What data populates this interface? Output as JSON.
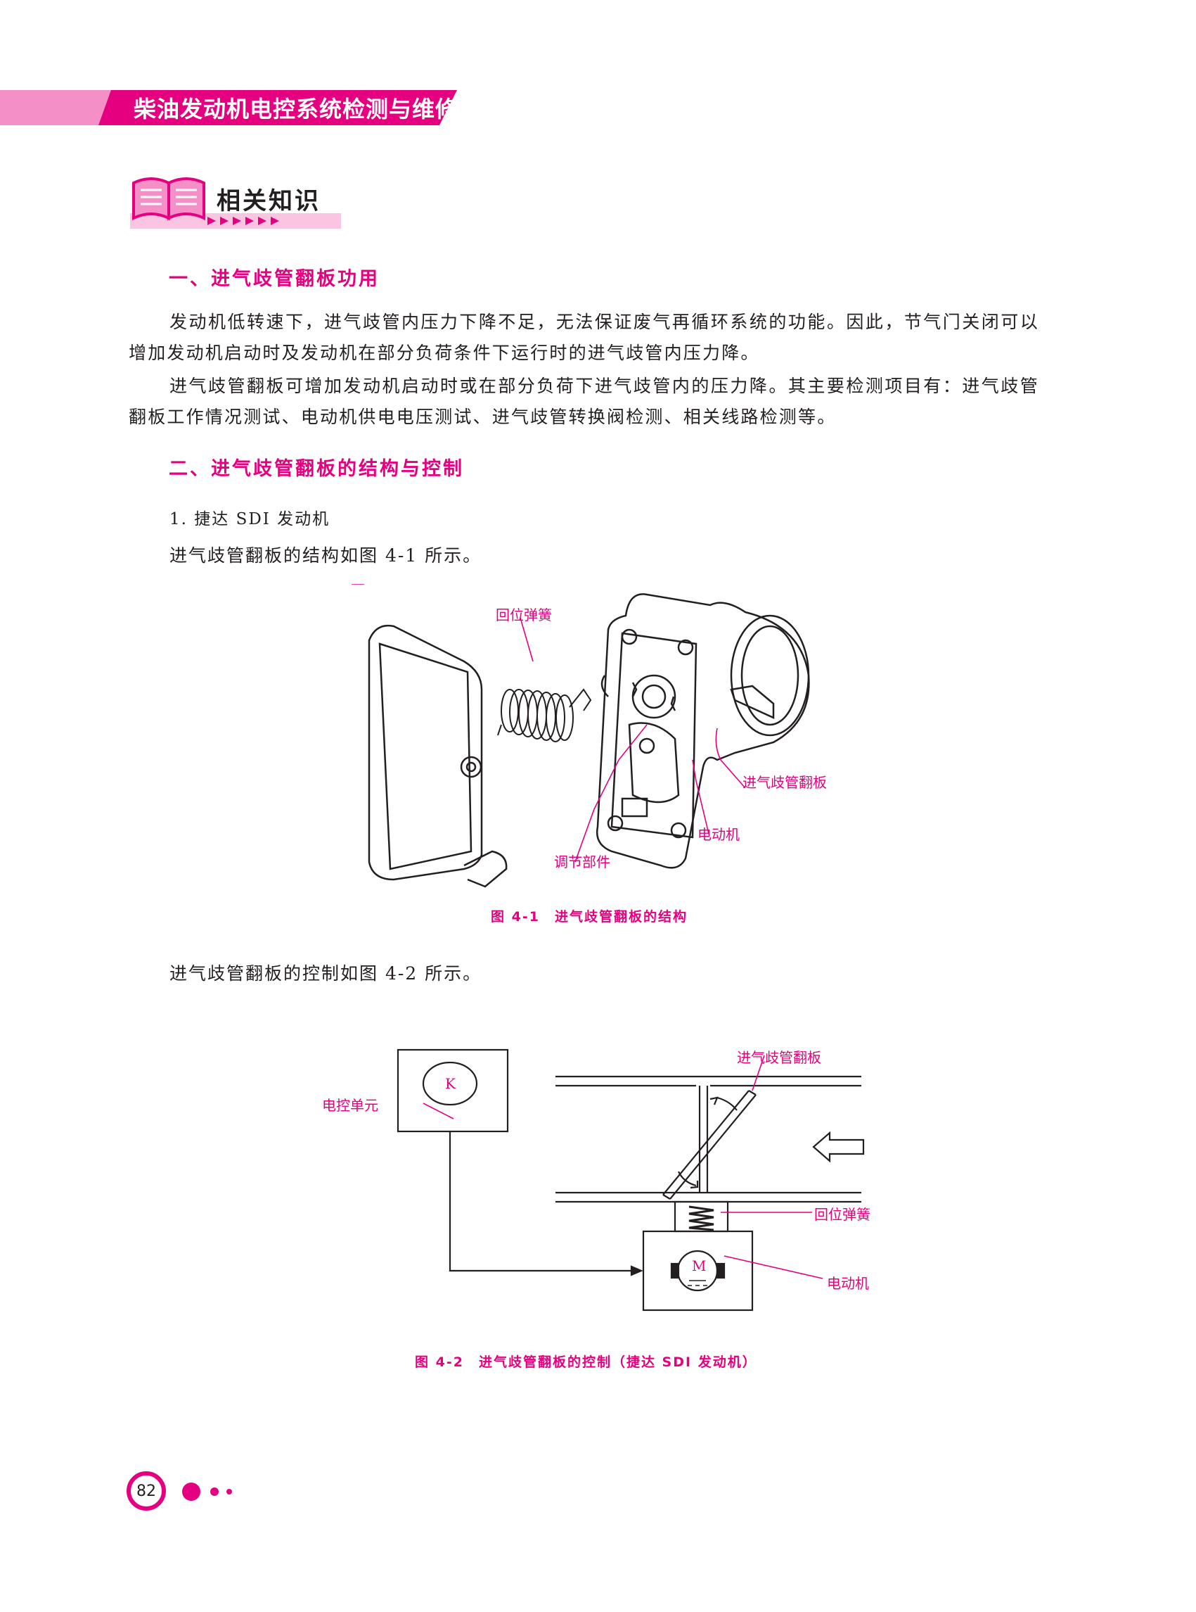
{
  "header": {
    "title": "柴油发动机电控系统检测与维修"
  },
  "section_badge": {
    "label": "相关知识"
  },
  "section1": {
    "heading": "一、进气歧管翻板功用",
    "paragraphs": [
      "发动机低转速下，进气歧管内压力下降不足，无法保证废气再循环系统的功能。因此，节气门关闭可以增加发动机启动时及发动机在部分负荷条件下运行时的进气歧管内压力降。",
      "进气歧管翻板可增加发动机启动时或在部分负荷下进气歧管内的压力降。其主要检测项目有：进气歧管翻板工作情况测试、电动机供电电压测试、进气歧管转换阀检测、相关线路检测等。"
    ]
  },
  "section2": {
    "heading": "二、进气歧管翻板的结构与控制",
    "sub1": "1. 捷达 SDI 发动机",
    "intro1": "进气歧管翻板的结构如图 4-1 所示。",
    "intro2": "进气歧管翻板的控制如图 4-2 所示。"
  },
  "figure1": {
    "labels": {
      "return_spring": "回位弹簧",
      "flap": "进气歧管翻板",
      "motor": "电动机",
      "adjuster": "调节部件"
    },
    "caption": "图 4-1　进气歧管翻板的结构"
  },
  "figure2": {
    "labels": {
      "flap": "进气歧管翻板",
      "ecu": "电控单元",
      "ecu_symbol": "K",
      "return_spring": "回位弹簧",
      "motor": "电动机",
      "motor_symbol": "M"
    },
    "caption": "图 4-2　进气歧管翻板的控制（捷达 SDI 发动机）"
  },
  "footer": {
    "page_number": "82"
  },
  "colors": {
    "accent": "#e4007f",
    "accent_light": "#f48fc8",
    "text": "#231f20"
  }
}
